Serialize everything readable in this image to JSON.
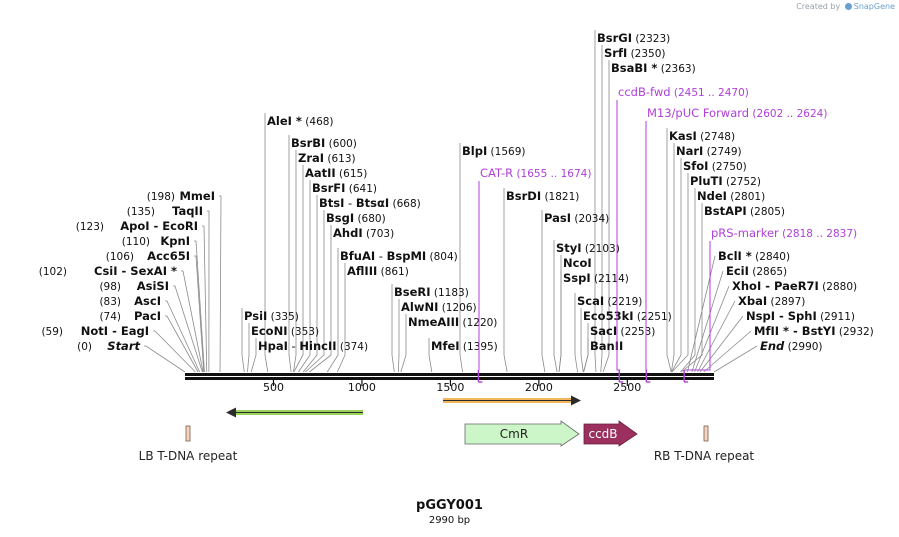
{
  "credit": {
    "prefix": "Created by",
    "brand": "SnapGene"
  },
  "plasmid": {
    "name": "pGGY001",
    "size_label": "2990 bp"
  },
  "map": {
    "length": 2990,
    "ruler_ticks": [
      500,
      1000,
      1500,
      2000,
      2500
    ],
    "colors": {
      "primer": "#b040d8",
      "leader": "#8a8a8a",
      "backbone": "#111111"
    }
  },
  "left_labels": [
    {
      "pos": 0,
      "names": [
        "Start"
      ],
      "italic": true,
      "label": "(0)"
    },
    {
      "pos": 59,
      "names": [
        "NotI",
        "EagI"
      ],
      "label": "(59)"
    },
    {
      "pos": 74,
      "names": [
        "PacI"
      ],
      "label": "(74)"
    },
    {
      "pos": 83,
      "names": [
        "AscI"
      ],
      "label": "(83)"
    },
    {
      "pos": 98,
      "names": [
        "AsiSI"
      ],
      "label": "(98)"
    },
    {
      "pos": 102,
      "names": [
        "CsiI",
        "SexAI *"
      ],
      "label": "(102)"
    },
    {
      "pos": 106,
      "names": [
        "Acc65I"
      ],
      "label": "(106)"
    },
    {
      "pos": 110,
      "names": [
        "KpnI"
      ],
      "label": "(110)"
    },
    {
      "pos": 123,
      "names": [
        "ApoI",
        "EcoRI"
      ],
      "label": "(123)"
    },
    {
      "pos": 135,
      "names": [
        "TaqII"
      ],
      "label": "(135)"
    },
    {
      "pos": 198,
      "names": [
        "MmeI"
      ],
      "label": "(198)"
    }
  ],
  "right_labels": [
    {
      "pos": 2840,
      "names": [
        "BclI *"
      ],
      "label": "(2840)"
    },
    {
      "pos": 2865,
      "names": [
        "EciI"
      ],
      "label": "(2865)"
    },
    {
      "pos": 2880,
      "names": [
        "XhoI",
        "PaeR7I"
      ],
      "label": "(2880)"
    },
    {
      "pos": 2897,
      "names": [
        "XbaI"
      ],
      "label": "(2897)"
    },
    {
      "pos": 2911,
      "names": [
        "NspI",
        "SphI"
      ],
      "label": "(2911)"
    },
    {
      "pos": 2932,
      "names": [
        "MfII *",
        "BstYI"
      ],
      "label": "(2932)"
    },
    {
      "pos": 2990,
      "names": [
        "End"
      ],
      "italic": true,
      "label": "(2990)"
    }
  ],
  "middle_labels": [
    {
      "pos": 335,
      "names": [
        "PsiI"
      ],
      "label": "(335)"
    },
    {
      "pos": 353,
      "names": [
        "EcoNI"
      ],
      "label": "(353)"
    },
    {
      "pos": 374,
      "names": [
        "HpaI",
        "HincII"
      ],
      "label": "(374)"
    },
    {
      "pos": 468,
      "names": [
        "AleI *"
      ],
      "label": "(468)"
    },
    {
      "pos": 600,
      "names": [
        "BsrBI"
      ],
      "label": "(600)"
    },
    {
      "pos": 613,
      "names": [
        "ZraI"
      ],
      "label": "(613)"
    },
    {
      "pos": 615,
      "names": [
        "AatII"
      ],
      "label": "(615)"
    },
    {
      "pos": 641,
      "names": [
        "BsrFI"
      ],
      "label": "(641)"
    },
    {
      "pos": 668,
      "names": [
        "BtsI",
        "BtsαI"
      ],
      "label": "(668)"
    },
    {
      "pos": 680,
      "names": [
        "BsgI"
      ],
      "label": "(680)"
    },
    {
      "pos": 703,
      "names": [
        "AhdI"
      ],
      "label": "(703)"
    },
    {
      "pos": 804,
      "names": [
        "BfuAI",
        "BspMI"
      ],
      "label": "(804)"
    },
    {
      "pos": 861,
      "names": [
        "AflIII"
      ],
      "label": "(861)"
    },
    {
      "pos": 1183,
      "names": [
        "BseRI"
      ],
      "label": "(1183)"
    },
    {
      "pos": 1206,
      "names": [
        "AlwNI"
      ],
      "label": "(1206)"
    },
    {
      "pos": 1220,
      "names": [
        "NmeAIII"
      ],
      "label": "(1220)"
    },
    {
      "pos": 1395,
      "names": [
        "MfeI"
      ],
      "label": "(1395)"
    },
    {
      "pos": 1569,
      "names": [
        "BlpI"
      ],
      "label": "(1569)"
    },
    {
      "pos": 1821,
      "names": [
        "BsrDI"
      ],
      "label": "(1821)"
    },
    {
      "pos": 2034,
      "names": [
        "PasI"
      ],
      "label": "(2034)"
    },
    {
      "pos": 2103,
      "names": [
        "StyI"
      ],
      "label": "(2103)"
    },
    {
      "pos": 2114,
      "names": [
        "NcoI"
      ],
      "label": ""
    },
    {
      "pos": 2114,
      "names": [
        "SspI"
      ],
      "label": "(2114)"
    },
    {
      "pos": 2219,
      "names": [
        "ScaI"
      ],
      "label": "(2219)"
    },
    {
      "pos": 2251,
      "names": [
        "Eco53kI"
      ],
      "label": "(2251)"
    },
    {
      "pos": 2253,
      "names": [
        "SacI"
      ],
      "label": "(2253)"
    },
    {
      "pos": 2253,
      "names": [
        "BanII"
      ],
      "label": ""
    },
    {
      "pos": 2323,
      "names": [
        "BsrGI"
      ],
      "label": "(2323)"
    },
    {
      "pos": 2350,
      "names": [
        "SrfI"
      ],
      "label": "(2350)"
    },
    {
      "pos": 2363,
      "names": [
        "BsaBI *"
      ],
      "label": "(2363)"
    },
    {
      "pos": 2748,
      "names": [
        "KasI"
      ],
      "label": "(2748)"
    },
    {
      "pos": 2749,
      "names": [
        "NarI"
      ],
      "label": "(2749)"
    },
    {
      "pos": 2750,
      "names": [
        "SfoI"
      ],
      "label": "(2750)"
    },
    {
      "pos": 2752,
      "names": [
        "PluTI"
      ],
      "label": "(2752)"
    },
    {
      "pos": 2801,
      "names": [
        "NdeI"
      ],
      "label": "(2801)"
    },
    {
      "pos": 2805,
      "names": [
        "BstAPI"
      ],
      "label": "(2805)"
    }
  ],
  "primers": [
    {
      "name": "CAT-R",
      "range": "(1655 .. 1674)",
      "pos": 1664
    },
    {
      "name": "ccdB-fwd",
      "range": "(2451 .. 2470)",
      "pos": 2460
    },
    {
      "name": "M13/pUC Forward",
      "range": "(2602 .. 2624)",
      "pos": 2613
    },
    {
      "name": "pRS-marker",
      "range": "(2818 .. 2837)",
      "pos": 2827
    }
  ],
  "features": {
    "repeats": [
      {
        "name": "LB T-DNA repeat",
        "color": "#f6d5c0"
      },
      {
        "name": "RB T-DNA repeat",
        "color": "#f6d5c0"
      }
    ],
    "genes": [
      {
        "name": "CmR",
        "color": "#cdf6c8"
      },
      {
        "name": "ccdB",
        "color": "#9b2f5e"
      }
    ],
    "orf_colors": {
      "green": "#9ad35a",
      "orange": "#f0b85a"
    }
  }
}
